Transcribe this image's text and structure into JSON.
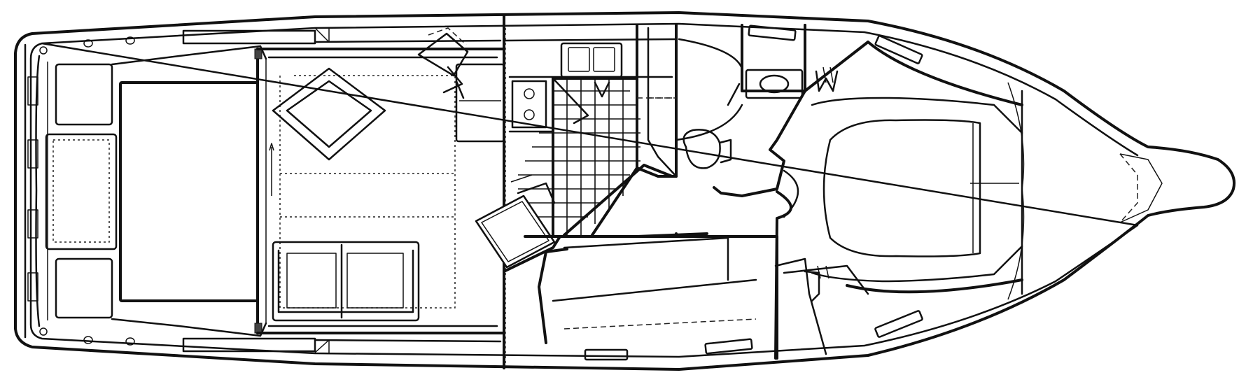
{
  "diagram": {
    "kind": "boat-floor-plan",
    "orientation": "bow-right",
    "line_color": "#111111",
    "background": "#ffffff",
    "regions": [
      "swim-platform",
      "cockpit",
      "cockpit-hatch",
      "salon",
      "galley",
      "helm-stair",
      "aft-cabin",
      "head",
      "v-berth-cabin",
      "bow-pulpit"
    ]
  }
}
